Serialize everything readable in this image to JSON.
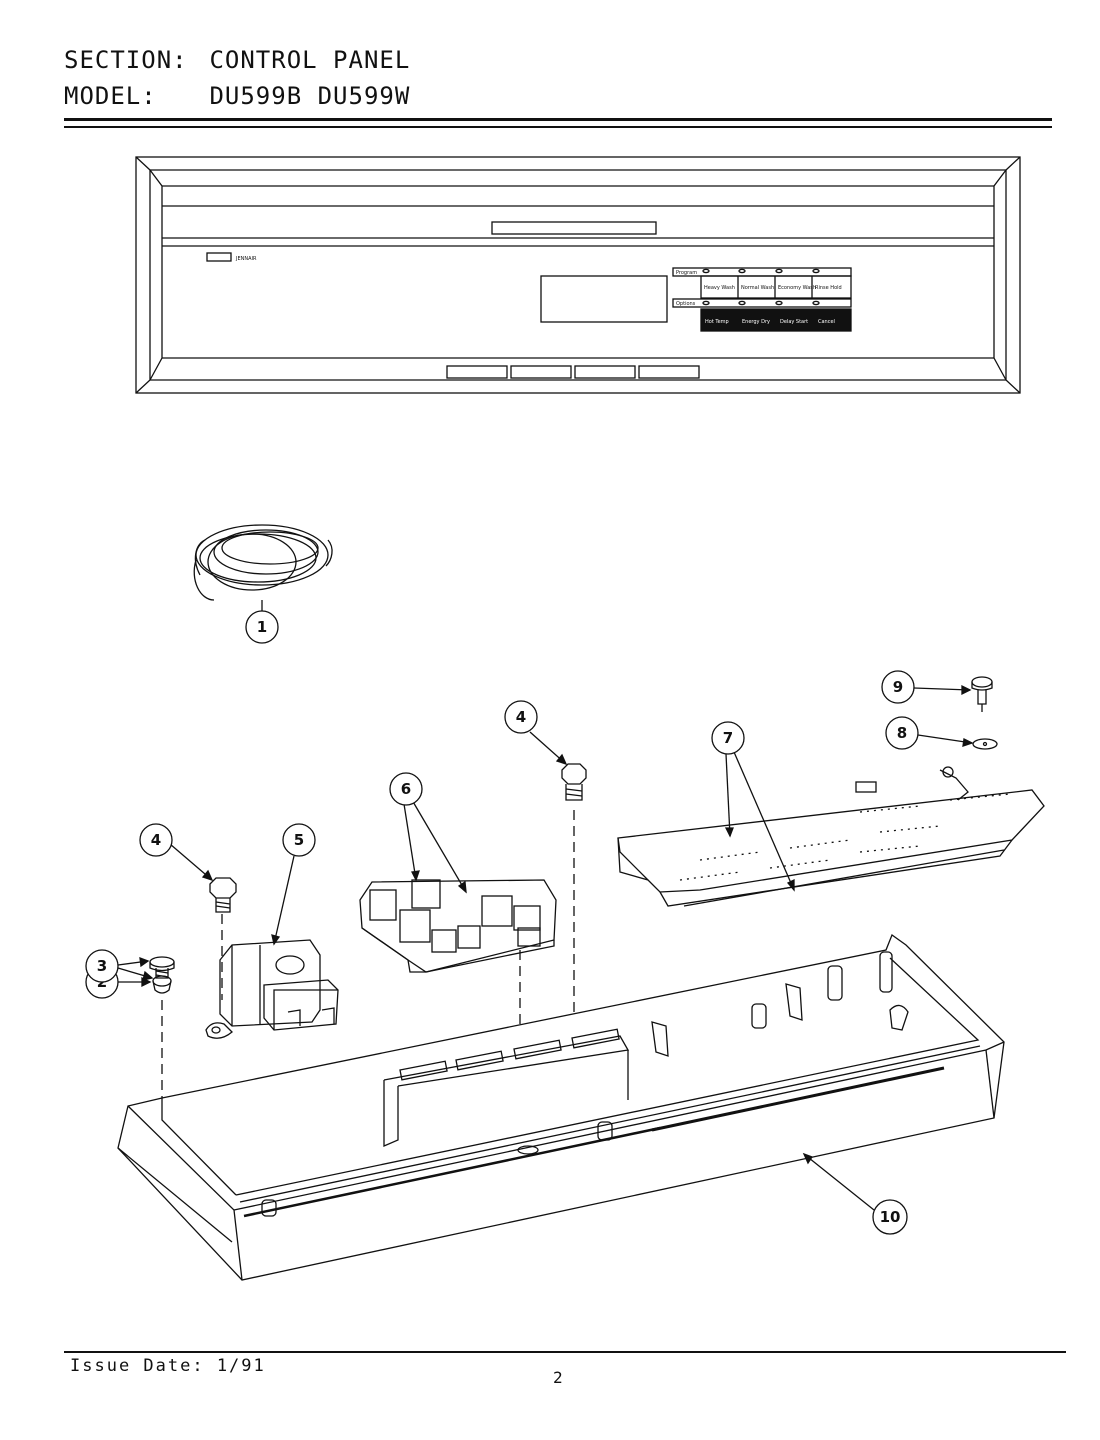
{
  "header": {
    "section_label": "SECTION:",
    "section_value": "CONTROL PANEL",
    "model_label": "MODEL:",
    "model_value": "DU599B  DU599W"
  },
  "panel": {
    "brand": "JENNAIR",
    "program_label": "Program",
    "options_label": "Options",
    "program_buttons": [
      "Heavy Wash",
      "Normal Wash",
      "Economy Wash",
      "Rinse Hold"
    ],
    "option_buttons": [
      "Hot Temp",
      "Energy Dry",
      "Delay Start",
      "Cancel"
    ]
  },
  "callouts": [
    "1",
    "2",
    "3",
    "4",
    "4",
    "5",
    "6",
    "7",
    "8",
    "9",
    "10"
  ],
  "footer": {
    "issue_date": "Issue Date: 1/91",
    "page_number": "2"
  }
}
